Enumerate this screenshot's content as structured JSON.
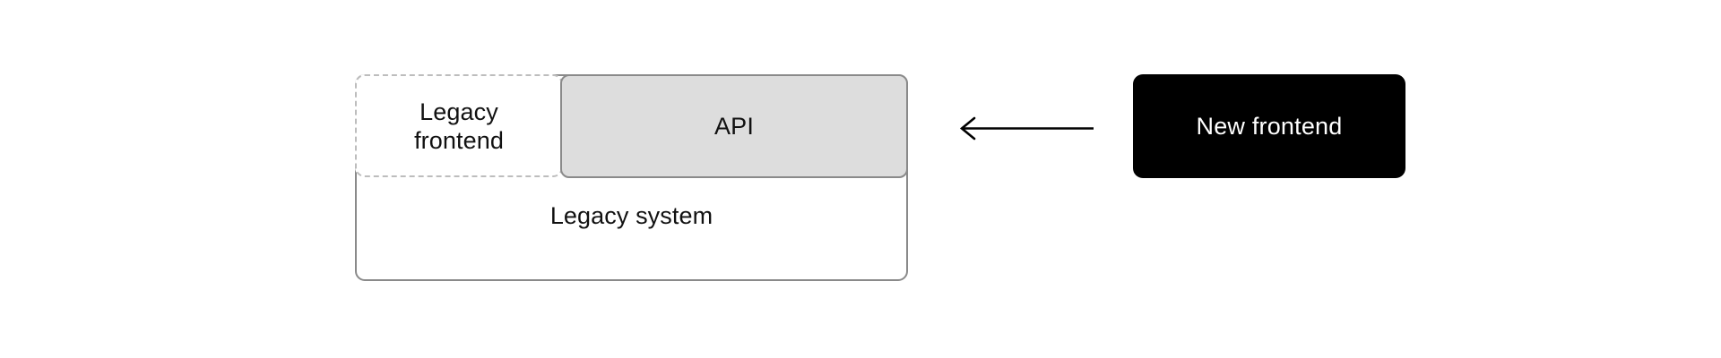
{
  "diagram": {
    "title": "Strangler fig / legacy migration diagram",
    "colors": {
      "background": "#ffffff",
      "outline_gray": "#8a8a8a",
      "dashed_gray": "#bdbdbd",
      "api_fill": "#dddddd",
      "new_frontend_fill": "#000000",
      "new_frontend_text": "#ffffff",
      "text": "#111111",
      "arrow": "#000000"
    },
    "nodes": {
      "legacy_system": {
        "label": "Legacy system",
        "border_style": "solid",
        "fill": "#ffffff"
      },
      "legacy_frontend": {
        "label": "Legacy\nfrontend",
        "border_style": "dashed",
        "fill": "#ffffff"
      },
      "api": {
        "label": "API",
        "border_style": "solid",
        "fill": "#dddddd"
      },
      "new_frontend": {
        "label": "New frontend",
        "border_style": "none",
        "fill": "#000000"
      }
    },
    "edges": [
      {
        "name": "new-frontend-to-api",
        "from": "new_frontend",
        "to": "api",
        "direction": "left",
        "arrowhead": "open-v",
        "label": ""
      }
    ]
  }
}
